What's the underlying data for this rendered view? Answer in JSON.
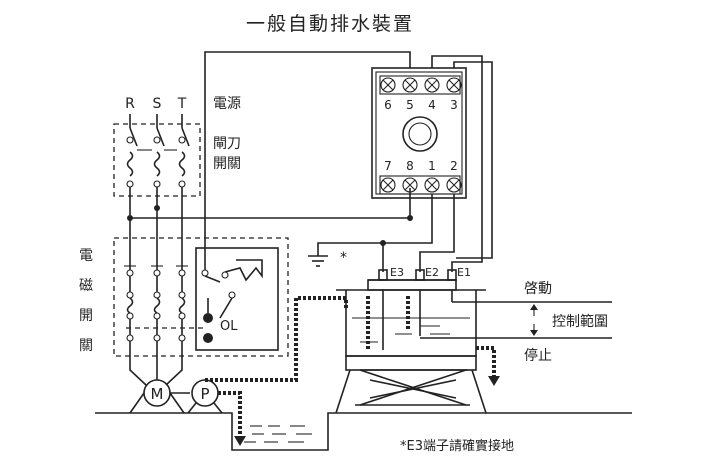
{
  "title": "一般自動排水裝置",
  "power": {
    "phases": [
      "R",
      "S",
      "T"
    ],
    "label": "電源"
  },
  "knife_switch": {
    "label_line1": "閘刀",
    "label_line2": "開關"
  },
  "magnetic_switch": {
    "label_chars": [
      "電",
      "磁",
      "開",
      "關"
    ],
    "ol_label": "OL"
  },
  "relay": {
    "top_terminals": [
      "6",
      "5",
      "4",
      "3"
    ],
    "bottom_terminals": [
      "7",
      "8",
      "1",
      "2"
    ]
  },
  "ground_mark": "*",
  "electrodes": [
    "E3",
    "E2",
    "E1"
  ],
  "tank_labels": {
    "start": "啓動",
    "control_range": "控制範圍",
    "stop": "停止"
  },
  "motor": {
    "m_label": "M",
    "p_label": "P"
  },
  "footnote": "*E3端子請確實接地"
}
